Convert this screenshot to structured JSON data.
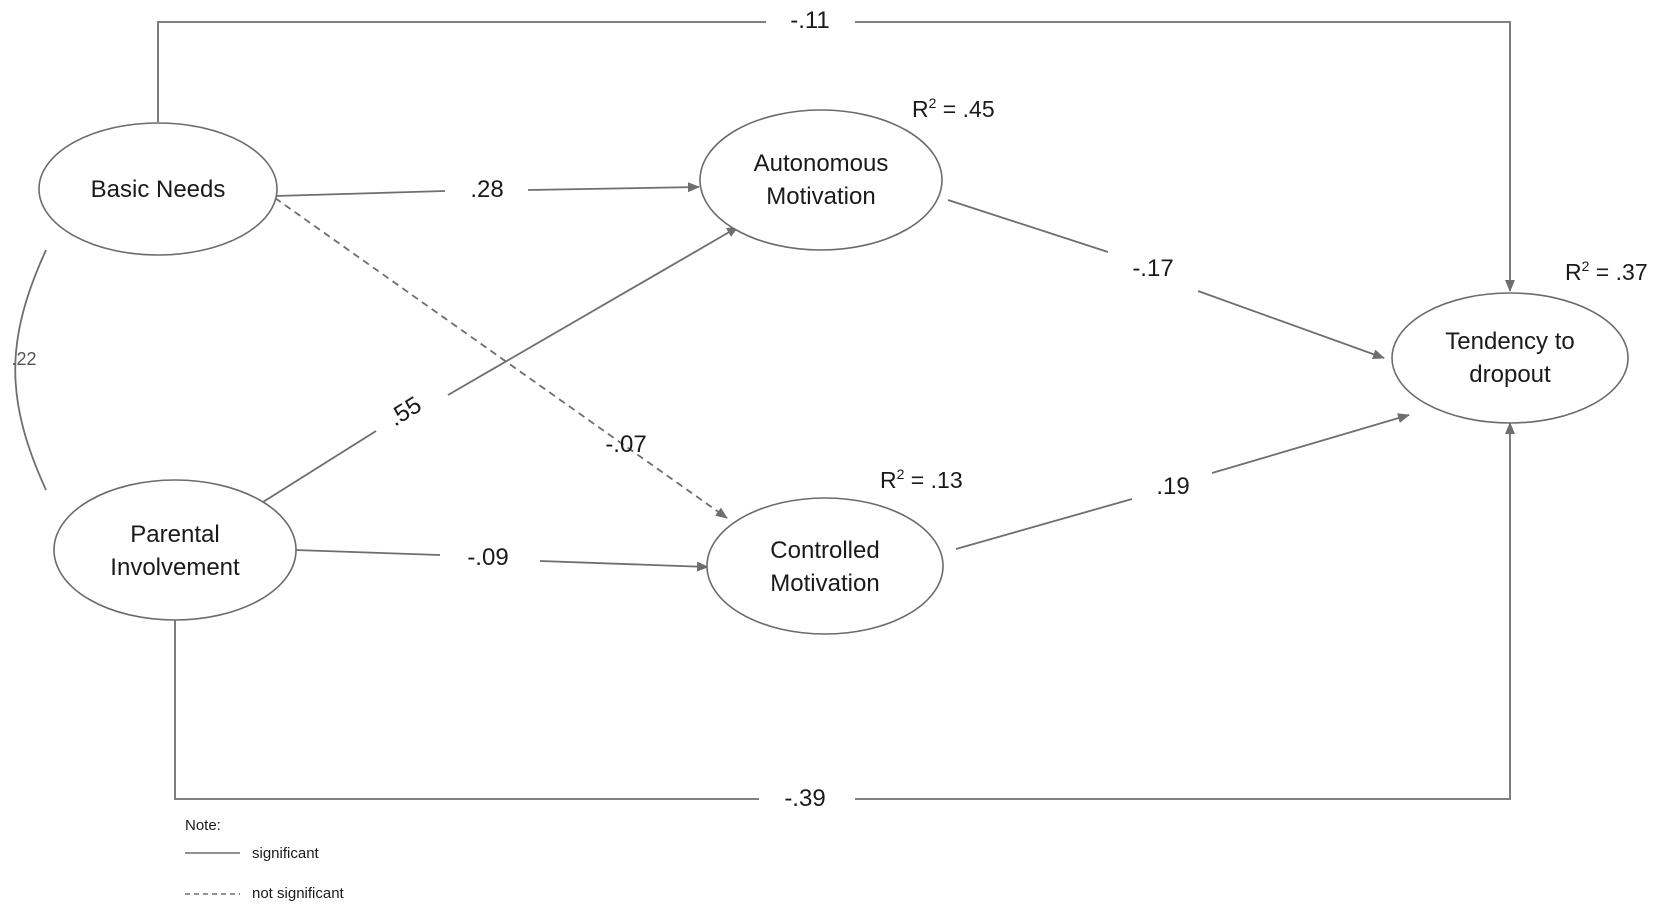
{
  "nodes": {
    "basic_needs": {
      "lines": [
        "Basic Needs"
      ]
    },
    "parental_involvement": {
      "lines": [
        "Parental",
        "Involvement"
      ]
    },
    "autonomous_motivation": {
      "lines": [
        "Autonomous",
        "Motivation"
      ],
      "r2": ".45"
    },
    "controlled_motivation": {
      "lines": [
        "Controlled",
        "Motivation"
      ],
      "r2": ".13"
    },
    "tendency_dropout": {
      "lines": [
        "Tendency to",
        "dropout"
      ],
      "r2": ".37"
    }
  },
  "paths": {
    "bn_to_am": {
      "value": ".28",
      "significant": true
    },
    "bn_to_cm": {
      "value": "-.07",
      "significant": false
    },
    "pi_to_am": {
      "value": ".55",
      "significant": true
    },
    "pi_to_cm": {
      "value": "-.09",
      "significant": true
    },
    "am_to_td": {
      "value": "-.17",
      "significant": true
    },
    "cm_to_td": {
      "value": ".19",
      "significant": true
    },
    "bn_to_td": {
      "value": "-.11",
      "significant": true
    },
    "pi_to_td": {
      "value": "-.39",
      "significant": true
    },
    "bn_pi_correlation": {
      "value": ".22",
      "significant": true
    }
  },
  "r2_prefix": "R",
  "r2_sup": "2",
  "r2_equals": " = ",
  "legend": {
    "title": "Note:",
    "items": [
      {
        "label": "significant",
        "style": "solid"
      },
      {
        "label": "not significant",
        "style": "dashed"
      }
    ]
  },
  "colors": {
    "line": "#6e6e6e",
    "text": "#1a1a1a",
    "background": "#ffffff"
  }
}
